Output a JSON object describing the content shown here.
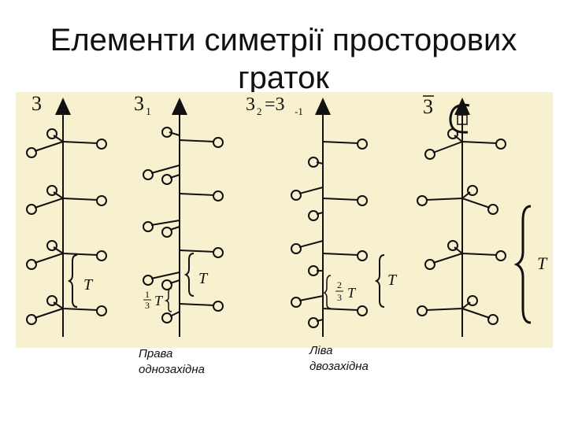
{
  "title": {
    "line1": "Елементи симетрії просторових",
    "line2": "граток"
  },
  "diagrams": [
    {
      "axis_label": "3",
      "period": "T",
      "fraction": ""
    },
    {
      "axis_label_main": "3",
      "axis_label_sub": "1",
      "period": "T",
      "fraction_num": "1",
      "fraction_den": "3",
      "fraction_T": "T"
    },
    {
      "axis_label_main": "3",
      "axis_label_sub": "2",
      "axis_eq": "=3",
      "axis_label_sub2": "-1",
      "period": "T",
      "fraction_num": "2",
      "fraction_den": "3",
      "fraction_T": "T"
    },
    {
      "axis_label": "3",
      "period": "T"
    }
  ],
  "captions": {
    "right_line1": "Права",
    "right_line2": "однозахідна",
    "left_line1": "Ліва",
    "left_line2": "двозахідна"
  },
  "colors": {
    "panel": "#f7f1cf",
    "stroke": "#111111"
  }
}
